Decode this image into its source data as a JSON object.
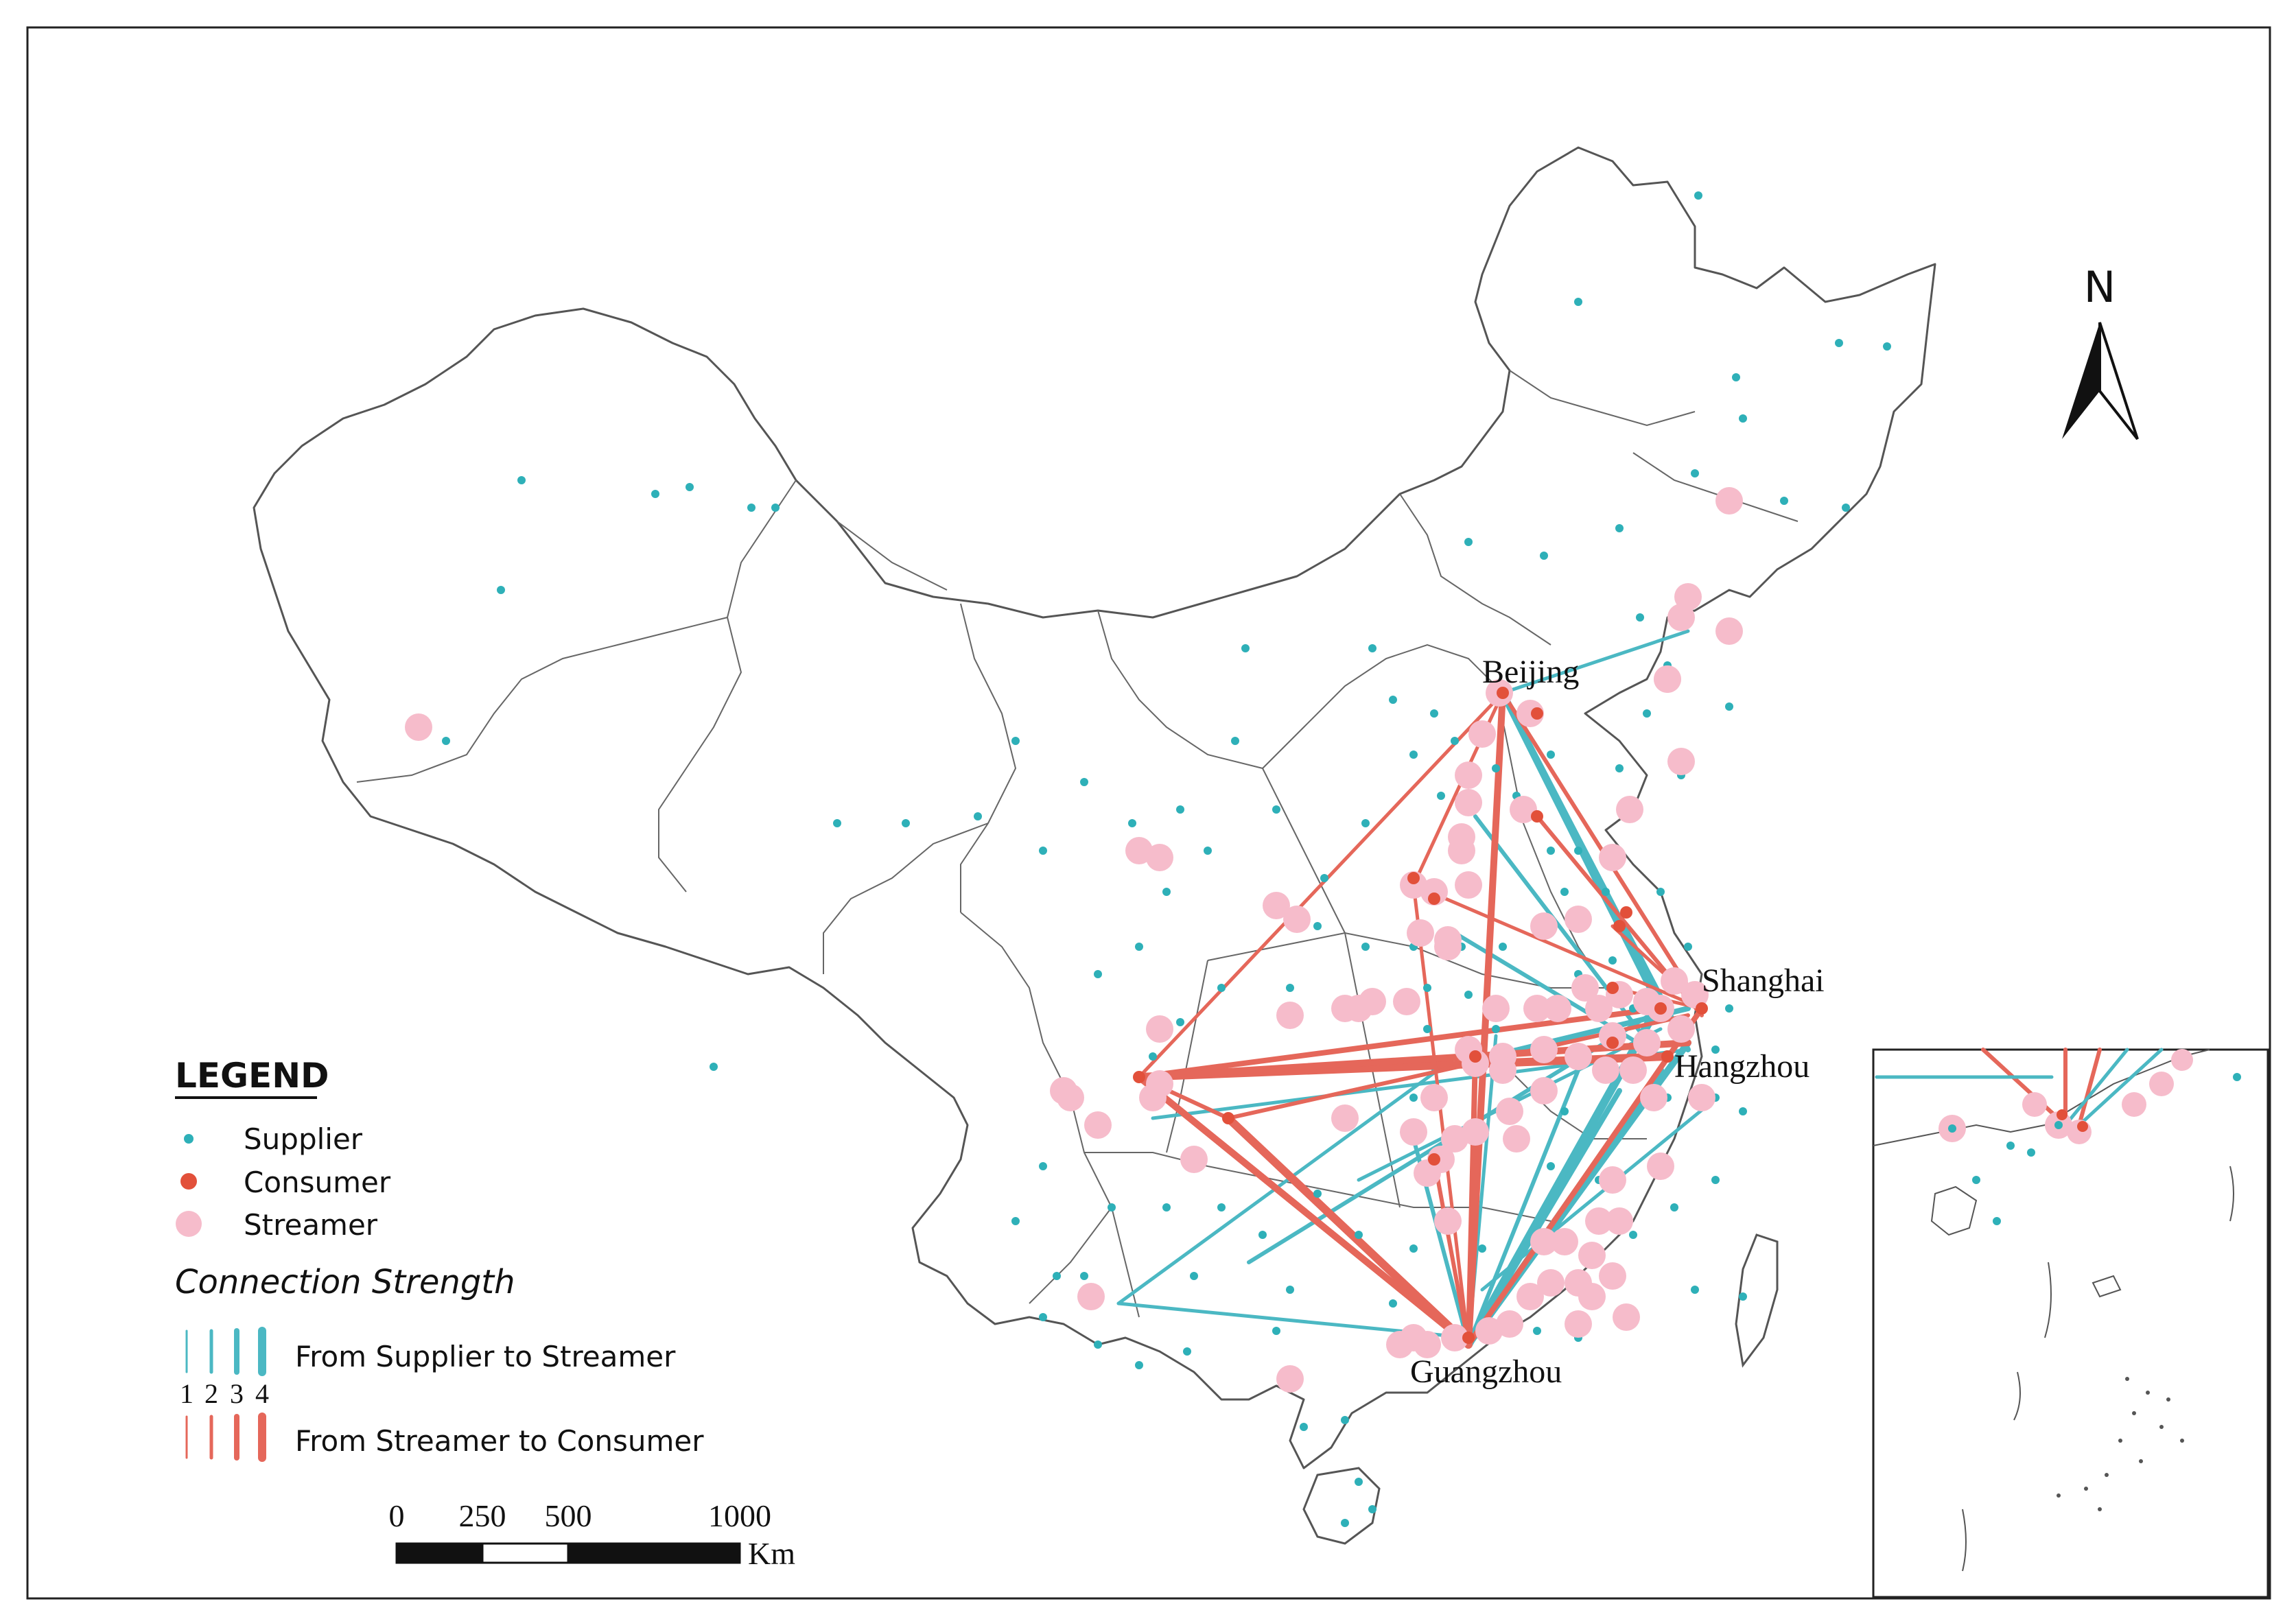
{
  "colors": {
    "supplier": "#2eb0b8",
    "consumer": "#e2503a",
    "streamer": "#f6bccb",
    "line_supplier": "#4bb8c3",
    "line_consumer": "#e5675a",
    "border": "#555555",
    "inner_border": "#d9d9d9",
    "frame": "#222222"
  },
  "legend": {
    "title": "LEGEND",
    "items": [
      {
        "key": "supplier",
        "label": "Supplier"
      },
      {
        "key": "consumer",
        "label": "Consumer"
      },
      {
        "key": "streamer",
        "label": "Streamer"
      }
    ],
    "strength_title": "Connection Strength",
    "strength_levels": [
      "1",
      "2",
      "3",
      "4"
    ],
    "supplier_to_streamer": "From Supplier to Streamer",
    "streamer_to_consumer": "From Streamer to Consumer"
  },
  "cities": [
    {
      "name": "Beijing"
    },
    {
      "name": "Shanghai"
    },
    {
      "name": "Hangzhou"
    },
    {
      "name": "Guangzhou"
    }
  ],
  "north_arrow": {
    "label": "N",
    "icon": "north-arrow-icon"
  },
  "scale_bar": {
    "ticks": [
      "0",
      "250",
      "500",
      "1000"
    ],
    "unit": "Km"
  }
}
